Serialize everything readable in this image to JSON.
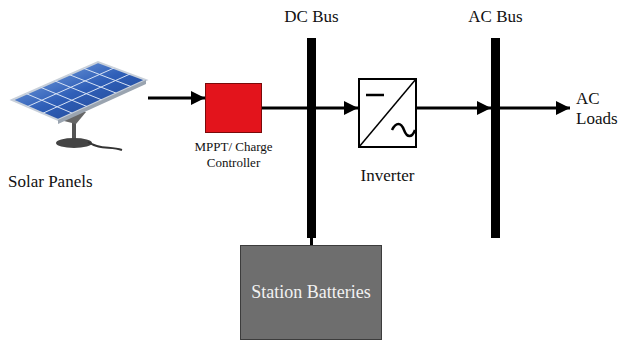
{
  "diagram": {
    "nodes": [
      {
        "text": [
          "Solar Panels"
        ]
      },
      {
        "text": [
          "MPPT/ Charge Controller"
        ]
      },
      {
        "text": [
          "DC Bus"
        ]
      },
      {
        "text": [
          "Inverter"
        ]
      },
      {
        "text": [
          "AC Bus"
        ]
      },
      {
        "text": [
          "Station Batteries"
        ]
      },
      {
        "text": [
          "AC Loads"
        ]
      }
    ],
    "edges": [
      {
        "from": 0,
        "to": 1,
        "arrow": "to"
      },
      {
        "from": 1,
        "to": 2,
        "arrow": "none"
      },
      {
        "from": 2,
        "to": 3,
        "arrow": "to"
      },
      {
        "from": 3,
        "to": 4,
        "arrow": "to"
      },
      {
        "from": 4,
        "to": 6,
        "arrow": "to"
      },
      {
        "from": 2,
        "to": 5,
        "arrow": "none"
      }
    ]
  }
}
